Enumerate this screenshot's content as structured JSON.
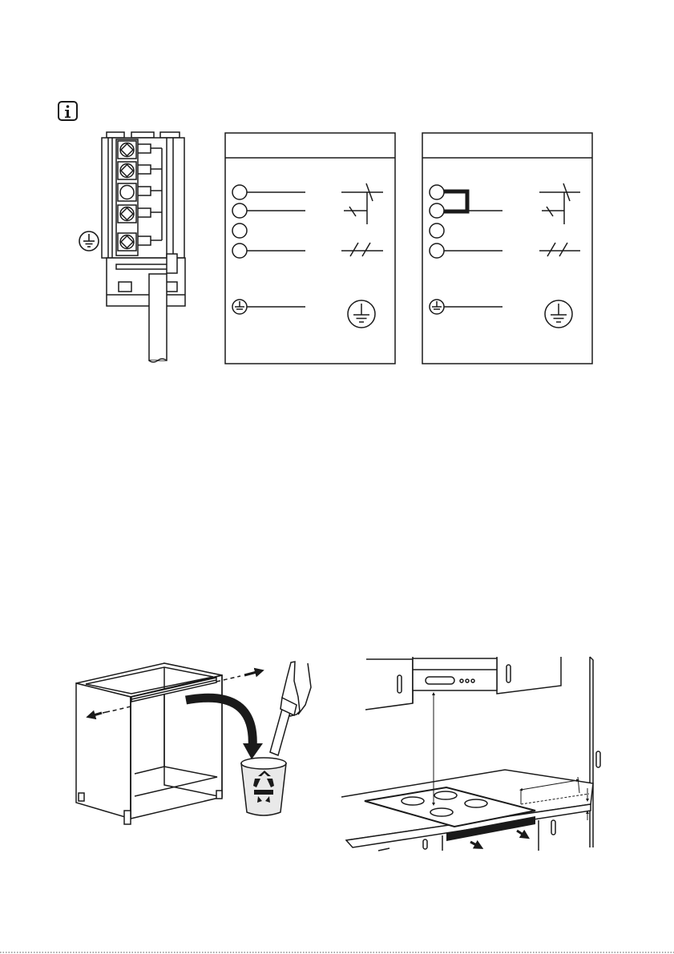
{
  "icons": {
    "info": "info-icon",
    "earth": "earth-ground-icon",
    "recycle": "recycle-icon"
  },
  "colors": {
    "ink": "#1a1a1a",
    "paper": "#ffffff",
    "recycle_bin": "#e9e9e9",
    "recycle_arrows": "#1a1a1a"
  },
  "terminal_block": {
    "terminal_count": 5,
    "cable_count": 1
  },
  "wiring_diagrams": {
    "panels": [
      {
        "terminals": 4,
        "bridge": false
      },
      {
        "terminals": 4,
        "bridge": true
      }
    ]
  },
  "cabinet_illustration": {},
  "hob_installation": {
    "burner_count": 4
  }
}
